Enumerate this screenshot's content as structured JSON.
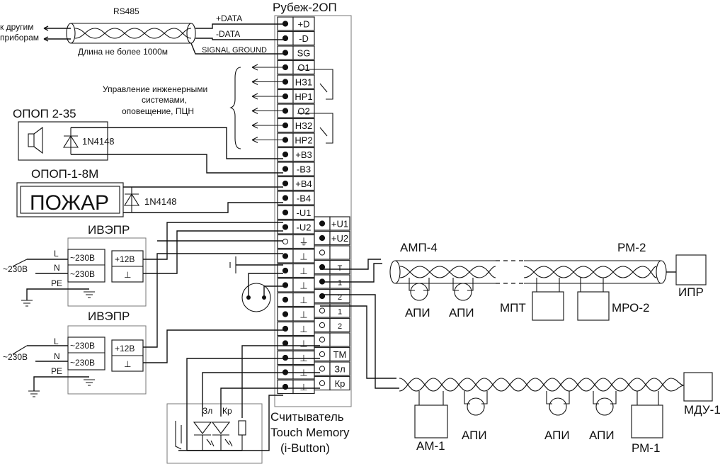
{
  "device": {
    "title": "Рубеж-2ОП"
  },
  "rs485": {
    "label": "RS485",
    "to_other_1": "к другим",
    "to_other_2": "приборам",
    "length_note": "Длина не более 1000м",
    "plus_data": "+DATA",
    "minus_data": "-DATA",
    "signal_ground": "SIGNAL GROUND"
  },
  "terminals_left": [
    "+D",
    "-D",
    "SG",
    "O1",
    "НЗ1",
    "НР1",
    "O2",
    "НЗ2",
    "НР2",
    "+B3",
    "-B3",
    "+B4",
    "-B4",
    "-U1",
    "-U2",
    "⏚",
    "⊥",
    "⊥",
    "⊥",
    "⊥",
    "⊥",
    "⊥",
    "⊥",
    "⊥",
    "⊥",
    "⊥"
  ],
  "terminals_right": [
    "+U1",
    "+U2",
    "",
    "T",
    "1",
    "2",
    "1",
    "2",
    "",
    "ТМ",
    "Зл",
    "Кр"
  ],
  "control": {
    "line1": "Управление инженерными",
    "line2": "системами,",
    "line3": "оповещение, ПЦН"
  },
  "opop235": {
    "title": "ОПОП 2-35",
    "diode": "1N4148"
  },
  "opop18m": {
    "title": "ОПОП-1-8М",
    "display": "ПОЖАР",
    "diode": "1N4148"
  },
  "psu1": {
    "title": "ИВЭПР",
    "mains": "~230В",
    "L": "L",
    "N": "N",
    "PE": "PE",
    "in1": "~230В",
    "in2": "~230В",
    "out_plus": "+12В",
    "out_minus": "⊥"
  },
  "psu2": {
    "title": "ИВЭПР",
    "mains": "~230В",
    "L": "L",
    "N": "N",
    "PE": "PE",
    "in1": "~230В",
    "in2": "~230В",
    "out_plus": "+12В",
    "out_minus": "⊥"
  },
  "loop1": {
    "amp": "АМП-4",
    "rm": "РМ-2",
    "api1": "АПИ",
    "api2": "АПИ",
    "mpt": "МПТ",
    "mro": "МРО-2",
    "ipr": "ИПР"
  },
  "loop2": {
    "am1": "АМ-1",
    "api1": "АПИ",
    "api2": "АПИ",
    "api3": "АПИ",
    "rm1": "РМ-1",
    "mdu": "МДУ-1"
  },
  "reader": {
    "line1": "Считыватель",
    "line2": "Touch Memory",
    "line3": "(i-Button)",
    "led_lock": "Зл",
    "led_red": "Кр"
  }
}
